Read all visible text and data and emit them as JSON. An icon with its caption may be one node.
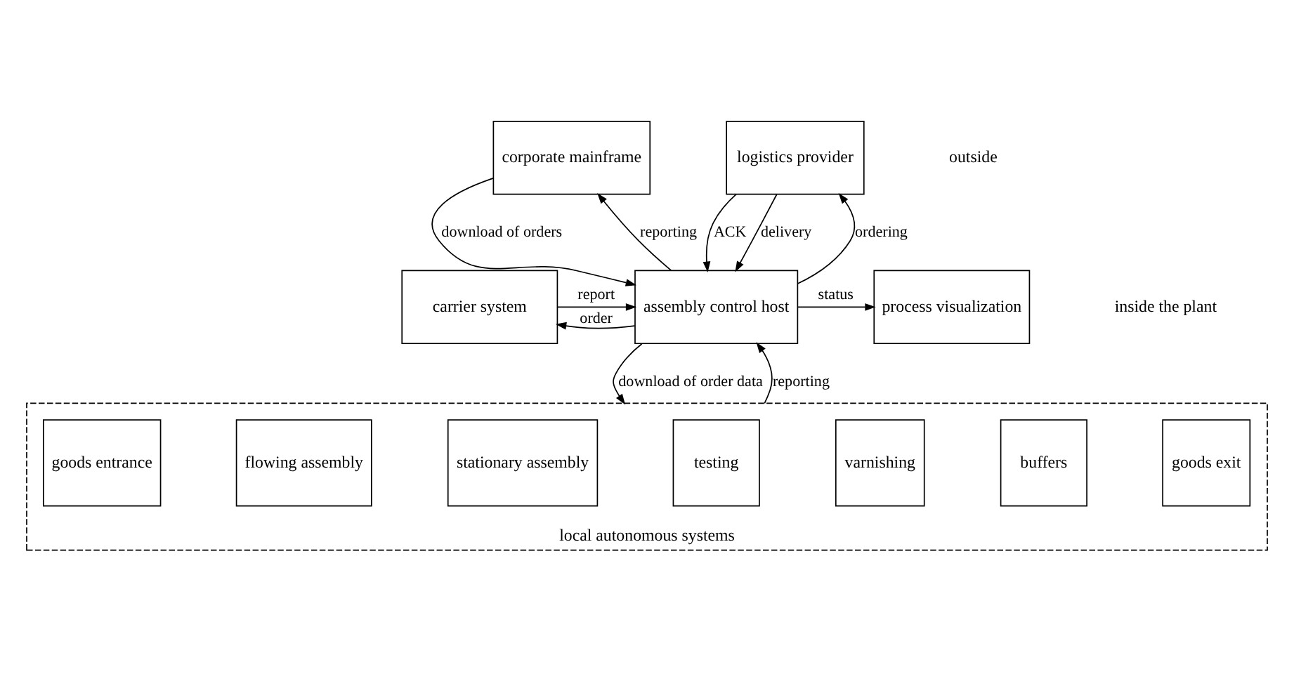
{
  "diagram": {
    "nodes": [
      {
        "text": [
          "corporate mainframe"
        ]
      },
      {
        "text": [
          "logistics provider"
        ]
      },
      {
        "text": [
          "carrier system"
        ]
      },
      {
        "text": [
          "assembly control host"
        ]
      },
      {
        "text": [
          "process visualization"
        ]
      },
      {
        "text": [
          "local autonomous systems"
        ]
      },
      {
        "text": [
          "goods entrance"
        ],
        "in": 5
      },
      {
        "text": [
          "flowing assembly"
        ],
        "in": 5
      },
      {
        "text": [
          "stationary assembly"
        ],
        "in": 5
      },
      {
        "text": [
          "testing"
        ],
        "in": 5
      },
      {
        "text": [
          "varnishing"
        ],
        "in": 5
      },
      {
        "text": [
          "buffers"
        ],
        "in": 5
      },
      {
        "text": [
          "goods exit"
        ],
        "in": 5
      }
    ],
    "edges": [
      {
        "from": 0,
        "to": 3,
        "arrow": "to",
        "label": "download of orders"
      },
      {
        "from": 3,
        "to": 0,
        "arrow": "to",
        "label": "reporting"
      },
      {
        "from": 3,
        "to": 1,
        "arrow": "to",
        "label": "ordering"
      },
      {
        "from": 1,
        "to": 3,
        "arrow": "to",
        "label": "ACK"
      },
      {
        "from": 1,
        "to": 3,
        "arrow": "to",
        "label": "delivery"
      },
      {
        "from": 3,
        "to": 2,
        "arrow": "to",
        "label": "order"
      },
      {
        "from": 2,
        "to": 3,
        "arrow": "to",
        "label": "report"
      },
      {
        "from": 3,
        "to": 4,
        "arrow": "to",
        "label": "status"
      },
      {
        "from": 3,
        "to": 5,
        "arrow": "to",
        "label": "download of order data"
      },
      {
        "from": 5,
        "to": 3,
        "arrow": "to",
        "label": "reporting"
      }
    ],
    "labels": [
      "outside",
      "inside the plant"
    ]
  }
}
